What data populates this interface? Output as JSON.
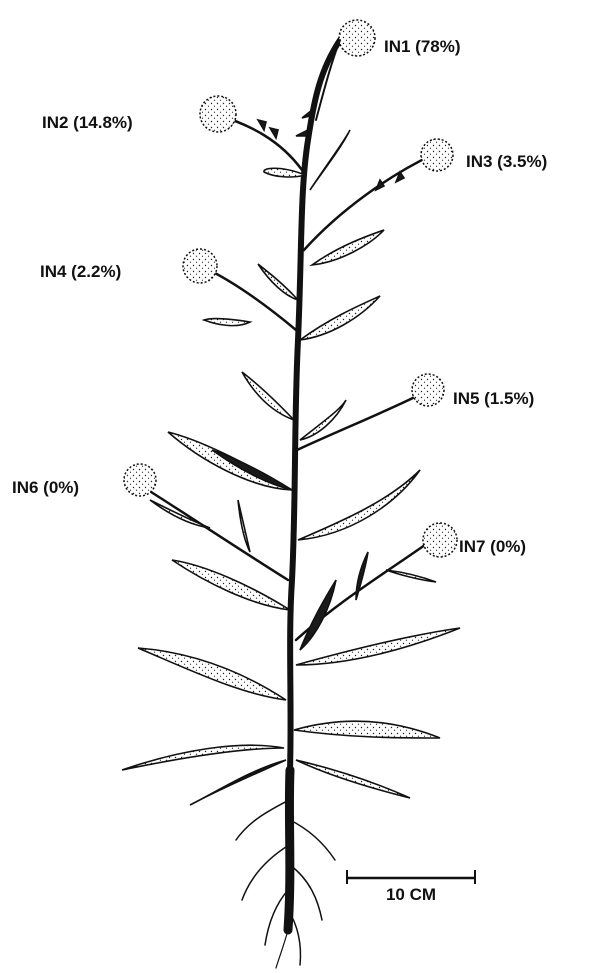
{
  "labels": {
    "in1": "IN1 (78%)",
    "in2": "IN2 (14.8%)",
    "in3": "IN3 (3.5%)",
    "in4": "IN4 (2.2%)",
    "in5": "IN5 (1.5%)",
    "in6": "IN6 (0%)",
    "in7": "IN7 (0%)"
  },
  "scale_bar": {
    "label": "10 CM"
  },
  "colors": {
    "ink": "#111111",
    "background": "#ffffff"
  }
}
